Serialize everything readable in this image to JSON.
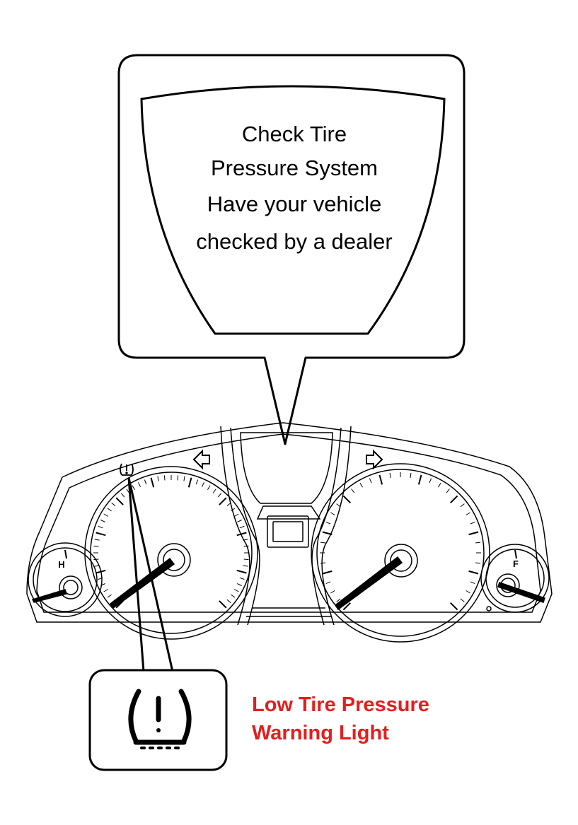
{
  "display_message": {
    "lines": [
      "Check Tire",
      "Pressure System",
      "Have your vehicle",
      "checked by a dealer"
    ]
  },
  "temperature_gauge": {
    "hot_label": "H"
  },
  "fuel_gauge": {
    "full_label": "F"
  },
  "warning_light": {
    "label_lines": [
      "Low Tire Pressure",
      "Warning Light"
    ],
    "label_color": "#e41e1e",
    "icon": "tire-pressure-warning-icon"
  }
}
